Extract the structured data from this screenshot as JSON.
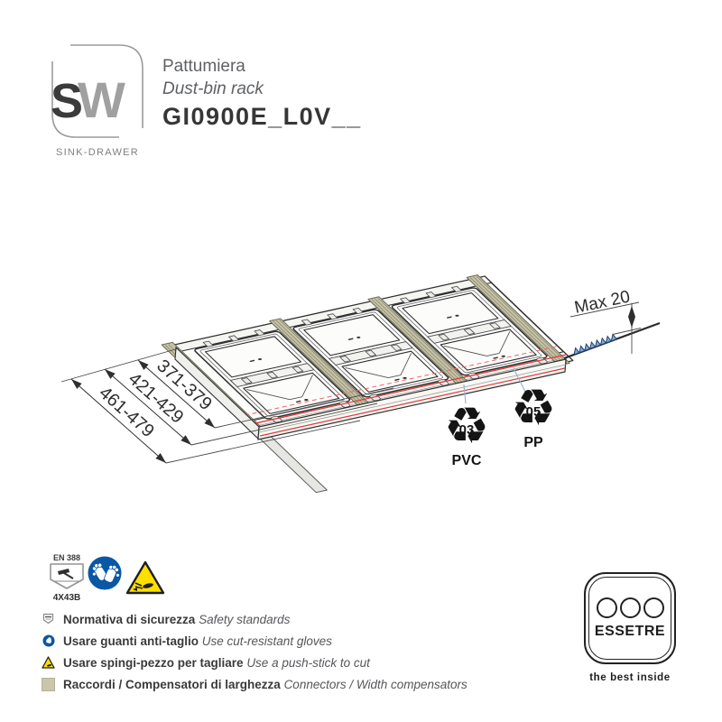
{
  "brand": {
    "logo_s": "S",
    "logo_w": "W",
    "tagline": "SINK-DRAWER"
  },
  "header": {
    "title_it": "Pattumiera",
    "title_en": "Dust-bin rack",
    "product_code": "GI0900E_L0V__"
  },
  "drawing": {
    "dimension_labels": [
      "371-379",
      "421-429",
      "461-479"
    ],
    "max_cut_label": "Max 20",
    "recycling_marks": [
      {
        "code": "03",
        "material": "PVC"
      },
      {
        "code": "05",
        "material": "PP"
      }
    ]
  },
  "safety": {
    "en388": {
      "standard": "EN 388",
      "rating": "4X43B"
    },
    "notes": [
      {
        "icon": "glove-standard-icon",
        "it": "Normativa di sicurezza ",
        "en": "Safety standards"
      },
      {
        "icon": "mandatory-gloves-icon",
        "it": "Usare guanti anti-taglio ",
        "en": "Use cut-resistant gloves"
      },
      {
        "icon": "cut-warning-icon",
        "it": "Usare spingi-pezzo per tagliare ",
        "en": "Use a push-stick to cut"
      },
      {
        "icon": "connector-swatch",
        "it": "Raccordi / Compensatori di larghezza ",
        "en": "Connectors / Width compensators"
      }
    ]
  },
  "footer_logo": {
    "name": "ESSETRE",
    "slogan": "the best inside"
  },
  "colors": {
    "accent_red": "#e23b3b",
    "connector_beige": "#c5c2a9",
    "leader_blue": "#9db1cf",
    "serration_blue": "#7fa8d8",
    "mandatory_blue": "#0a57a4",
    "warning_yellow": "#ffdf00",
    "line_dark": "#2f2f2f"
  }
}
